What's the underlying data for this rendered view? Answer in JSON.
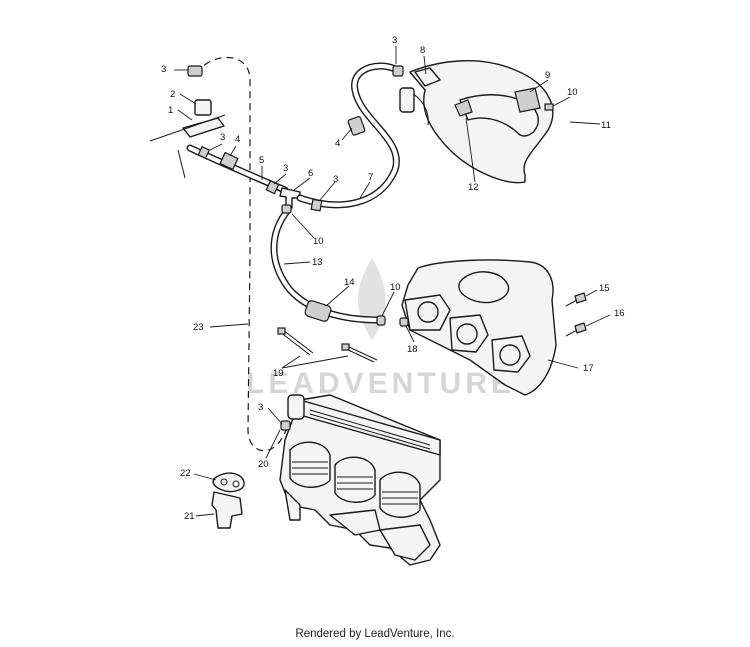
{
  "watermark": {
    "text": "LEADVENTURE"
  },
  "callouts": {
    "c1": "1",
    "c2": "2",
    "c3a": "3",
    "c3b": "3",
    "c3c": "3",
    "c3d": "3",
    "c3e": "3",
    "c3f": "3",
    "c4a": "4",
    "c4b": "4",
    "c5": "5",
    "c6": "6",
    "c7": "7",
    "c8": "8",
    "c9": "9",
    "c10a": "10",
    "c10b": "10",
    "c10c": "10",
    "c11": "11",
    "c12": "12",
    "c13": "13",
    "c14": "14",
    "c15": "15",
    "c16": "16",
    "c17": "17",
    "c18": "18",
    "c19": "19",
    "c20": "20",
    "c21": "21",
    "c22": "22",
    "c23": "23"
  },
  "footer": {
    "text": "Rendered by LeadVenture, Inc."
  }
}
